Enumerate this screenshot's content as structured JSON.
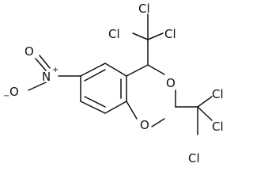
{
  "molecule": {
    "atoms": {
      "cl_top_left": "Cl",
      "cl_top_right": "Cl",
      "cl_upper_mid": "Cl",
      "ring_o_upper": "O",
      "ring_o_lower": "O",
      "nitro_o": "O",
      "nitro_n": "N",
      "nitro_charge_plus": "+",
      "nitro_o_minus": "O",
      "nitro_charge_minus": "−",
      "cl_right_upper": "Cl",
      "cl_right_mid": "Cl",
      "cl_bottom": "Cl"
    }
  }
}
